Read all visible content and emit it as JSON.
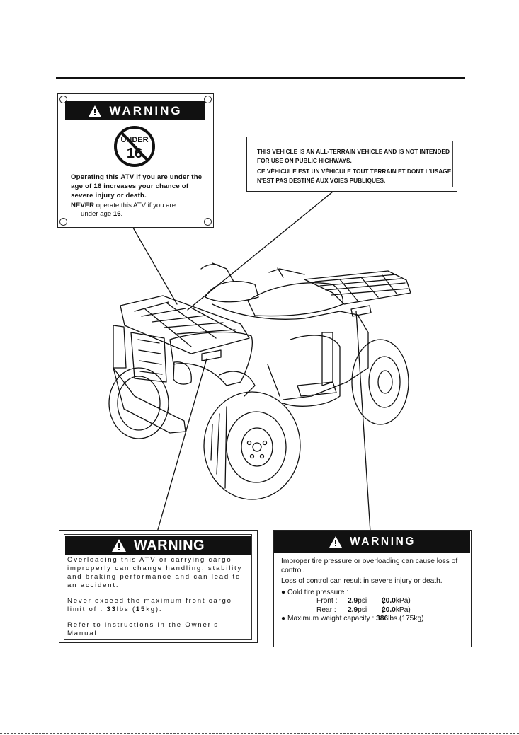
{
  "under16_label": {
    "header": "WARNING",
    "badge_top": "UNDER",
    "badge_number": "16",
    "warning_text": "Operating this ATV if you are under the age of 16 increases your chance of severe injury or death.",
    "never_word": "NEVER",
    "never_text": " operate this ATV if you are",
    "never_text2": "under age ",
    "never_age": "16",
    "never_end": "."
  },
  "vehicle_label": {
    "english": "THIS VEHICLE IS AN ALL-TERRAIN VEHICLE AND IS NOT INTENDED FOR USE ON PUBLIC HIGHWAYS.",
    "french": "CE VÉHICULE EST UN VÉHICULE TOUT TERRAIN ET DONT L'USAGE N'EST PAS DESTINÉ AUX VOIES PUBLIQUES."
  },
  "cargo_label": {
    "header": "WARNING",
    "para1": "Overloading this ATV or carrying cargo improperly can change handling, stability and braking performance and can lead to an accident.",
    "para2_prefix": "Never exceed the maximum front cargo limit of :  ",
    "limit_lbs": "33",
    "lbs_unit": "lbs   (",
    "limit_kg": "15",
    "kg_unit": "kg).",
    "para3": "Refer to instructions in the Owner's Manual."
  },
  "tire_label": {
    "header": "WARNING",
    "para1": "Improper tire pressure or overloading can cause loss of control.",
    "para2": "Loss of control can result in severe injury or death.",
    "bullet1": "● Cold tire pressure :",
    "front_label": "Front  :",
    "front_psi": "2.9",
    "front_kpa": "20.0",
    "rear_label": "Rear  :",
    "rear_psi": "2.9",
    "rear_kpa": "20.0",
    "psi_unit": "psi",
    "kpa_unit": "kPa)",
    "kpa_open": "(",
    "bullet2_prefix": "● Maximum weight capacity : ",
    "max_lbs": "386",
    "max_rest": "lbs.(175kg)"
  }
}
